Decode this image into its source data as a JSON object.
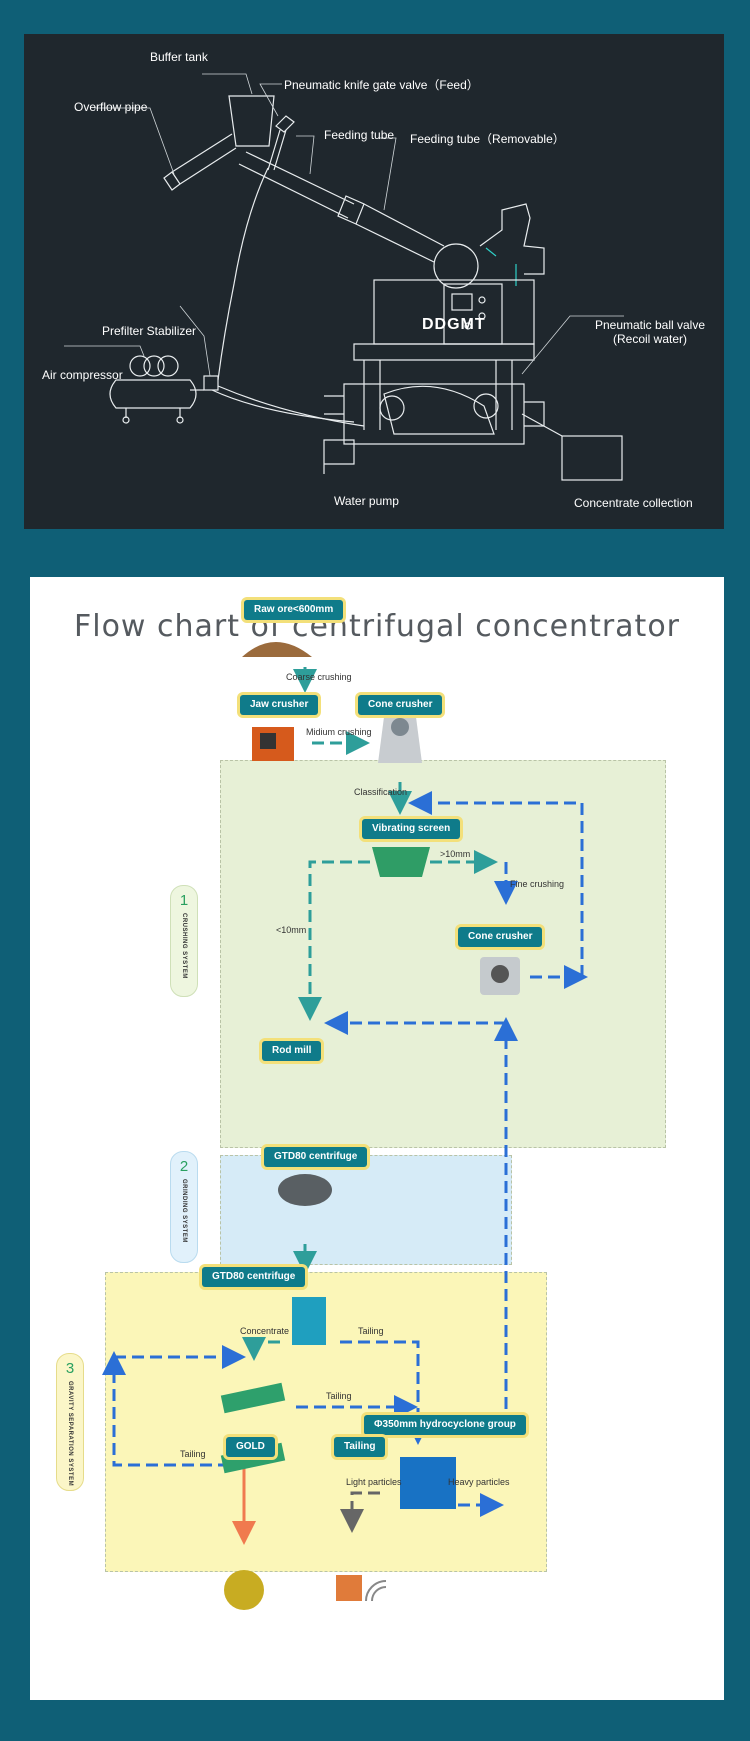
{
  "diagram": {
    "brand": "DDGMT",
    "labels": {
      "buffer_tank": "Buffer tank",
      "knife_gate_valve": "Pneumatic knife gate valve（Feed）",
      "overflow_pipe": "Overflow pipe",
      "feeding_tube": "Feeding tube",
      "feeding_tube_removable": "Feeding tube（Removable）",
      "prefilter_stabilizer": "Prefilter Stabilizer",
      "air_compressor": "Air compressor",
      "ball_valve_1": "Pneumatic ball valve",
      "ball_valve_2": "(Recoil water)",
      "water_pump": "Water pump",
      "concentrate_collection": "Concentrate collection"
    }
  },
  "flowchart": {
    "title": "Flow chart of centrifugal concentrator",
    "nodes": {
      "raw_ore": "Raw ore<600mm",
      "jaw_crusher": "Jaw crusher",
      "cone_crusher_1": "Cone crusher",
      "vibrating_screen": "Vibrating screen",
      "cone_crusher_2": "Cone crusher",
      "rod_mill": "Rod mill",
      "centrifuge_1": "GTD80 centrifuge",
      "centrifuge_2": "GTD80 centrifuge",
      "hydrocyclone": "Ф350mm hydrocyclone group",
      "gold": "GOLD",
      "tailing": "Tailing"
    },
    "edges": {
      "coarse_crushing": "Coarse crushing",
      "medium_crushing": "Midium crushing",
      "classification": "Classification",
      "gt10": ">10mm",
      "fine_crushing": "Fine crushing",
      "lt10": "<10mm",
      "concentrate": "Concentrate",
      "tailing_1": "Tailing",
      "tailing_2": "Tailing",
      "tailing_3": "Tailing",
      "light_particles": "Light particles",
      "heavy_particles": "Heavy particles"
    },
    "systems": [
      {
        "num": "1",
        "label": "CRUSHING SYSTEM"
      },
      {
        "num": "2",
        "label": "GRINDING SYSTEM"
      },
      {
        "num": "3",
        "label": "GRAVITY SEPARATION SYSTEM"
      }
    ],
    "colors": {
      "teal_arrow": "#2e9e9a",
      "blue_arrow": "#2b6fd6",
      "orange_arrow": "#f07a4e",
      "gray_arrow": "#666666",
      "zone_green": "#e7f0d6",
      "zone_blue": "#d6ebf7",
      "zone_yellow": "#fbf6b8",
      "tag": "#0f7b8a"
    }
  }
}
